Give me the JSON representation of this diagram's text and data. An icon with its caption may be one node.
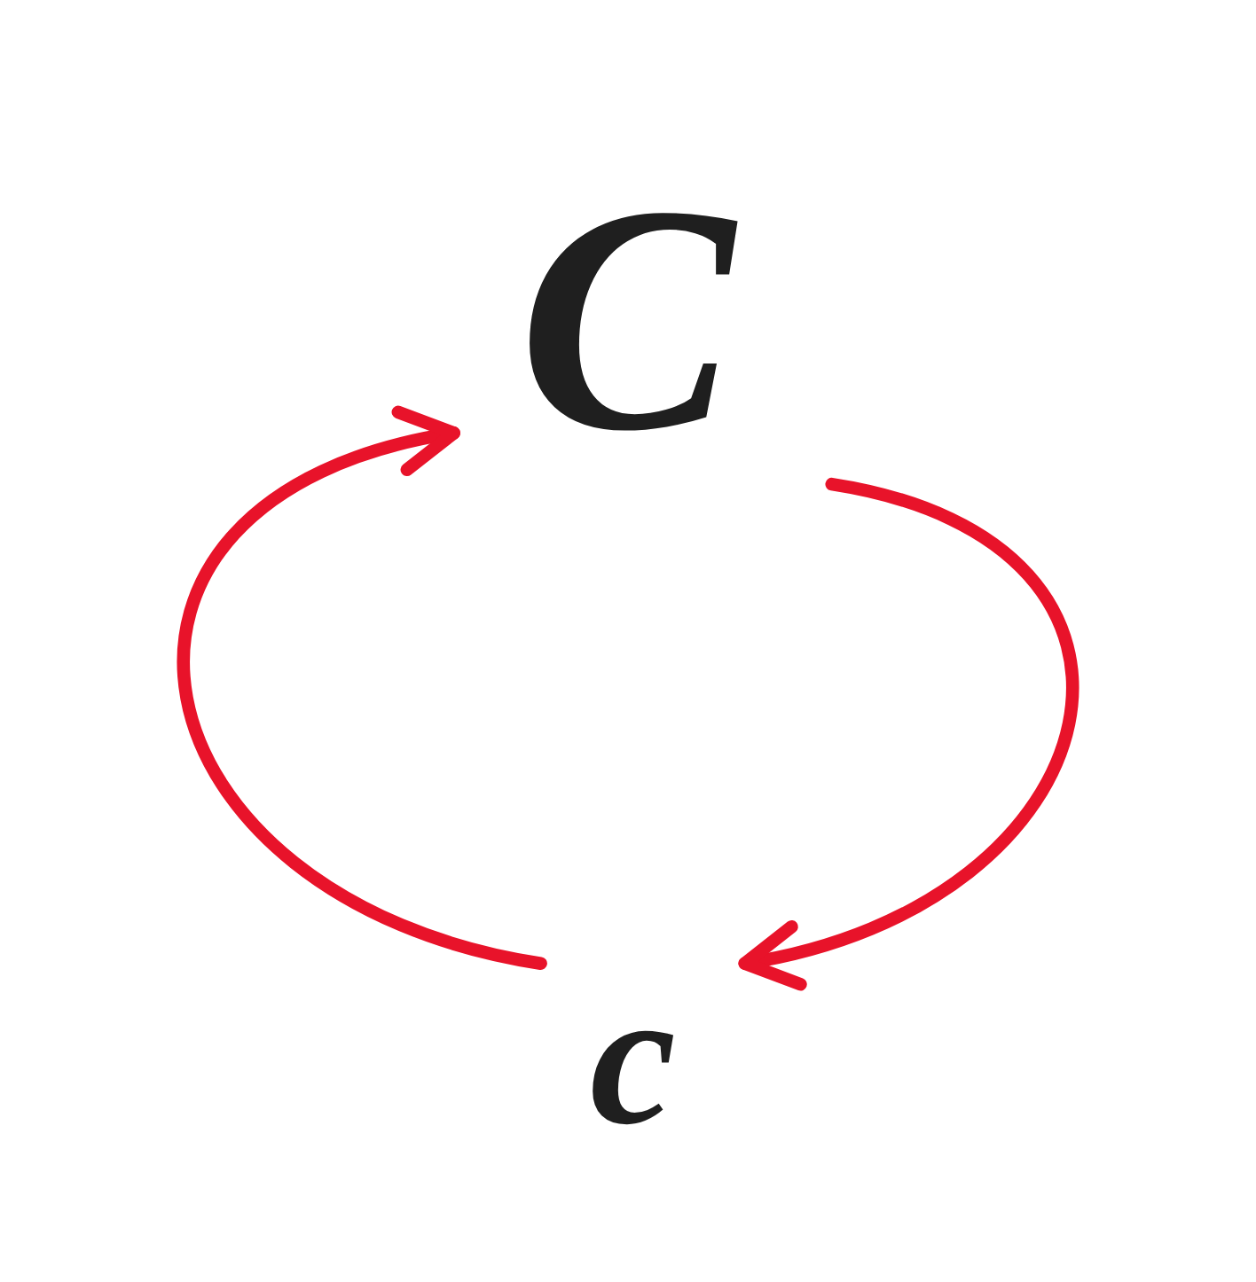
{
  "diagram": {
    "nodes": [
      {
        "text": [
          "C"
        ]
      },
      {
        "text": [
          "c"
        ]
      }
    ],
    "edges": [
      {
        "from": 0,
        "to": 1,
        "arrow": "to"
      },
      {
        "from": 1,
        "to": 0,
        "arrow": "to"
      }
    ]
  }
}
